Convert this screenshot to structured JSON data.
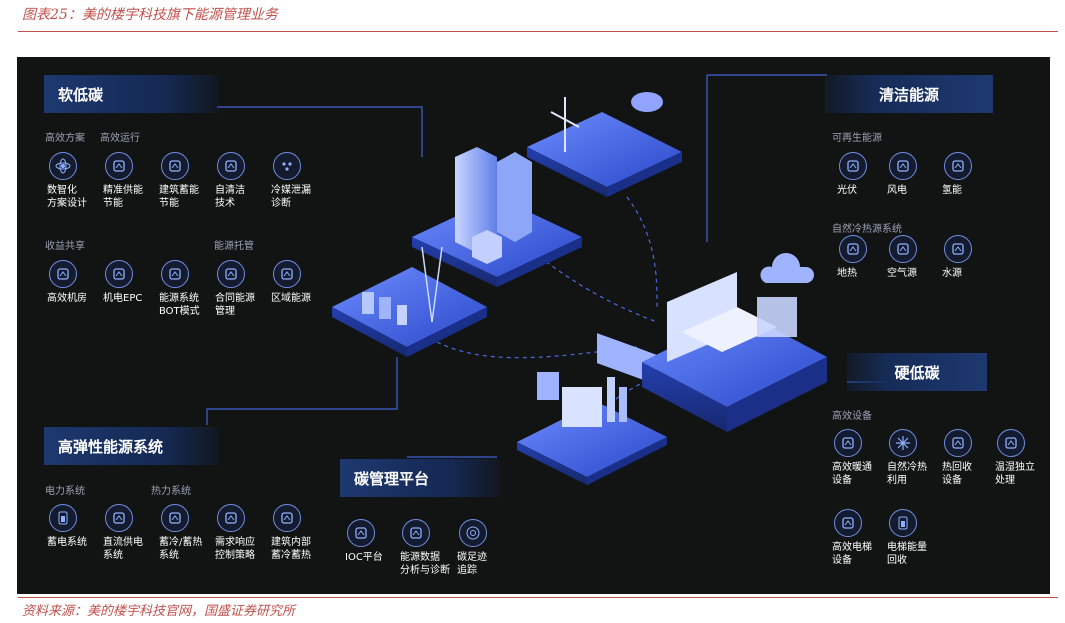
{
  "figure_title": "图表25：美的楼宇科技旗下能源管理业务",
  "source": "资料来源：美的楼宇科技官网，国盛证券研究所",
  "colors": {
    "accent": "#c0504d",
    "panel_bg": "#121313",
    "icon_ring": "#6f8fe0",
    "banner": "#1d3970"
  },
  "soft_carbon": {
    "title": "软低碳",
    "groups": [
      "高效方案",
      "高效运行",
      "收益共享",
      "能源托管"
    ],
    "items": [
      {
        "l1": "数智化",
        "l2": "方案设计",
        "icon": "atom-icon"
      },
      {
        "l1": "精准供能",
        "l2": "节能",
        "icon": "eco-icon"
      },
      {
        "l1": "建筑蓄能",
        "l2": "节能",
        "icon": "house-icon"
      },
      {
        "l1": "自清洁",
        "l2": "技术",
        "icon": "droplet-icon"
      },
      {
        "l1": "冷媒泄漏",
        "l2": "诊断",
        "icon": "dots-icon"
      },
      {
        "l1": "高效机房",
        "l2": "",
        "icon": "building-chart-icon"
      },
      {
        "l1": "机电EPC",
        "l2": "",
        "icon": "machine-icon"
      },
      {
        "l1": "能源系统",
        "l2": "BOT模式",
        "icon": "screen-icon"
      },
      {
        "l1": "合同能源",
        "l2": "管理",
        "icon": "contract-icon"
      },
      {
        "l1": "区域能源",
        "l2": "",
        "icon": "region-icon"
      }
    ]
  },
  "clean_energy": {
    "title": "清洁能源",
    "groups": [
      "可再生能源",
      "自然冷热源系统"
    ],
    "items": [
      {
        "l1": "光伏",
        "l2": "",
        "icon": "solar-icon"
      },
      {
        "l1": "风电",
        "l2": "",
        "icon": "wind-icon"
      },
      {
        "l1": "氢能",
        "l2": "",
        "icon": "hydrogen-icon"
      },
      {
        "l1": "地热",
        "l2": "",
        "icon": "geothermal-icon"
      },
      {
        "l1": "空气源",
        "l2": "",
        "icon": "air-icon"
      },
      {
        "l1": "水源",
        "l2": "",
        "icon": "water-icon"
      }
    ]
  },
  "hard_carbon": {
    "title": "硬低碳",
    "groups": [
      "高效设备"
    ],
    "items": [
      {
        "l1": "高效暖通",
        "l2": "设备",
        "icon": "hvac-icon"
      },
      {
        "l1": "自然冷热",
        "l2": "利用",
        "icon": "snowflake-icon"
      },
      {
        "l1": "热回收",
        "l2": "设备",
        "icon": "gear-icon"
      },
      {
        "l1": "温湿独立",
        "l2": "处理",
        "icon": "thermometer-icon"
      },
      {
        "l1": "高效电梯",
        "l2": "设备",
        "icon": "elevator-icon"
      },
      {
        "l1": "电梯能量",
        "l2": "回收",
        "icon": "battery-icon"
      }
    ]
  },
  "flexible_energy": {
    "title": "高弹性能源系统",
    "groups": [
      "电力系统",
      "热力系统"
    ],
    "items": [
      {
        "l1": "蓄电系统",
        "l2": "",
        "icon": "battery-icon"
      },
      {
        "l1": "直流供电",
        "l2": "系统",
        "icon": "plug-icon"
      },
      {
        "l1": "蓄冷/蓄热",
        "l2": "系统",
        "icon": "gauge-icon"
      },
      {
        "l1": "需求响应",
        "l2": "控制策略",
        "icon": "mode-icon"
      },
      {
        "l1": "建筑内部",
        "l2": "蓄冷蓄热",
        "icon": "house-icon"
      }
    ]
  },
  "carbon_platform": {
    "title": "碳管理平台",
    "items": [
      {
        "l1": "IOC平台",
        "l2": "",
        "icon": "monitor-icon"
      },
      {
        "l1": "能源数据",
        "l2": "分析与诊断",
        "icon": "chart-icon"
      },
      {
        "l1": "碳足迹",
        "l2": "追踪",
        "icon": "target-icon"
      }
    ]
  }
}
